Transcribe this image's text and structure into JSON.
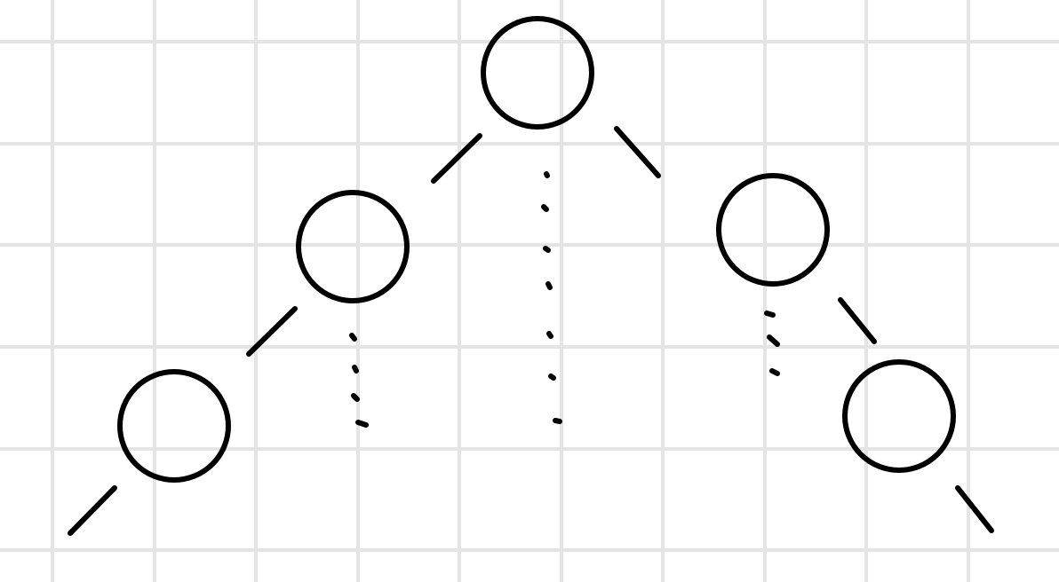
{
  "colors": {
    "background": "#ffffff",
    "grid": "#e4e4e4",
    "ink": "#000000"
  },
  "diagram": {
    "kind": "hand-drawn tree sketch on graph paper",
    "nodes": [
      {
        "id": "root"
      },
      {
        "id": "left-child"
      },
      {
        "id": "left-grandchild"
      },
      {
        "id": "right-child"
      },
      {
        "id": "right-grandchild"
      }
    ],
    "edges": [
      {
        "id": "root-to-left-child"
      },
      {
        "id": "root-to-right-child"
      },
      {
        "id": "left-child-to-left-grandchild"
      },
      {
        "id": "right-child-to-right-grandchild"
      },
      {
        "id": "left-grandchild-outgoing"
      },
      {
        "id": "right-grandchild-outgoing"
      }
    ],
    "ellipses": [
      {
        "id": "below-root"
      },
      {
        "id": "below-left-child"
      },
      {
        "id": "below-right-child"
      }
    ]
  }
}
